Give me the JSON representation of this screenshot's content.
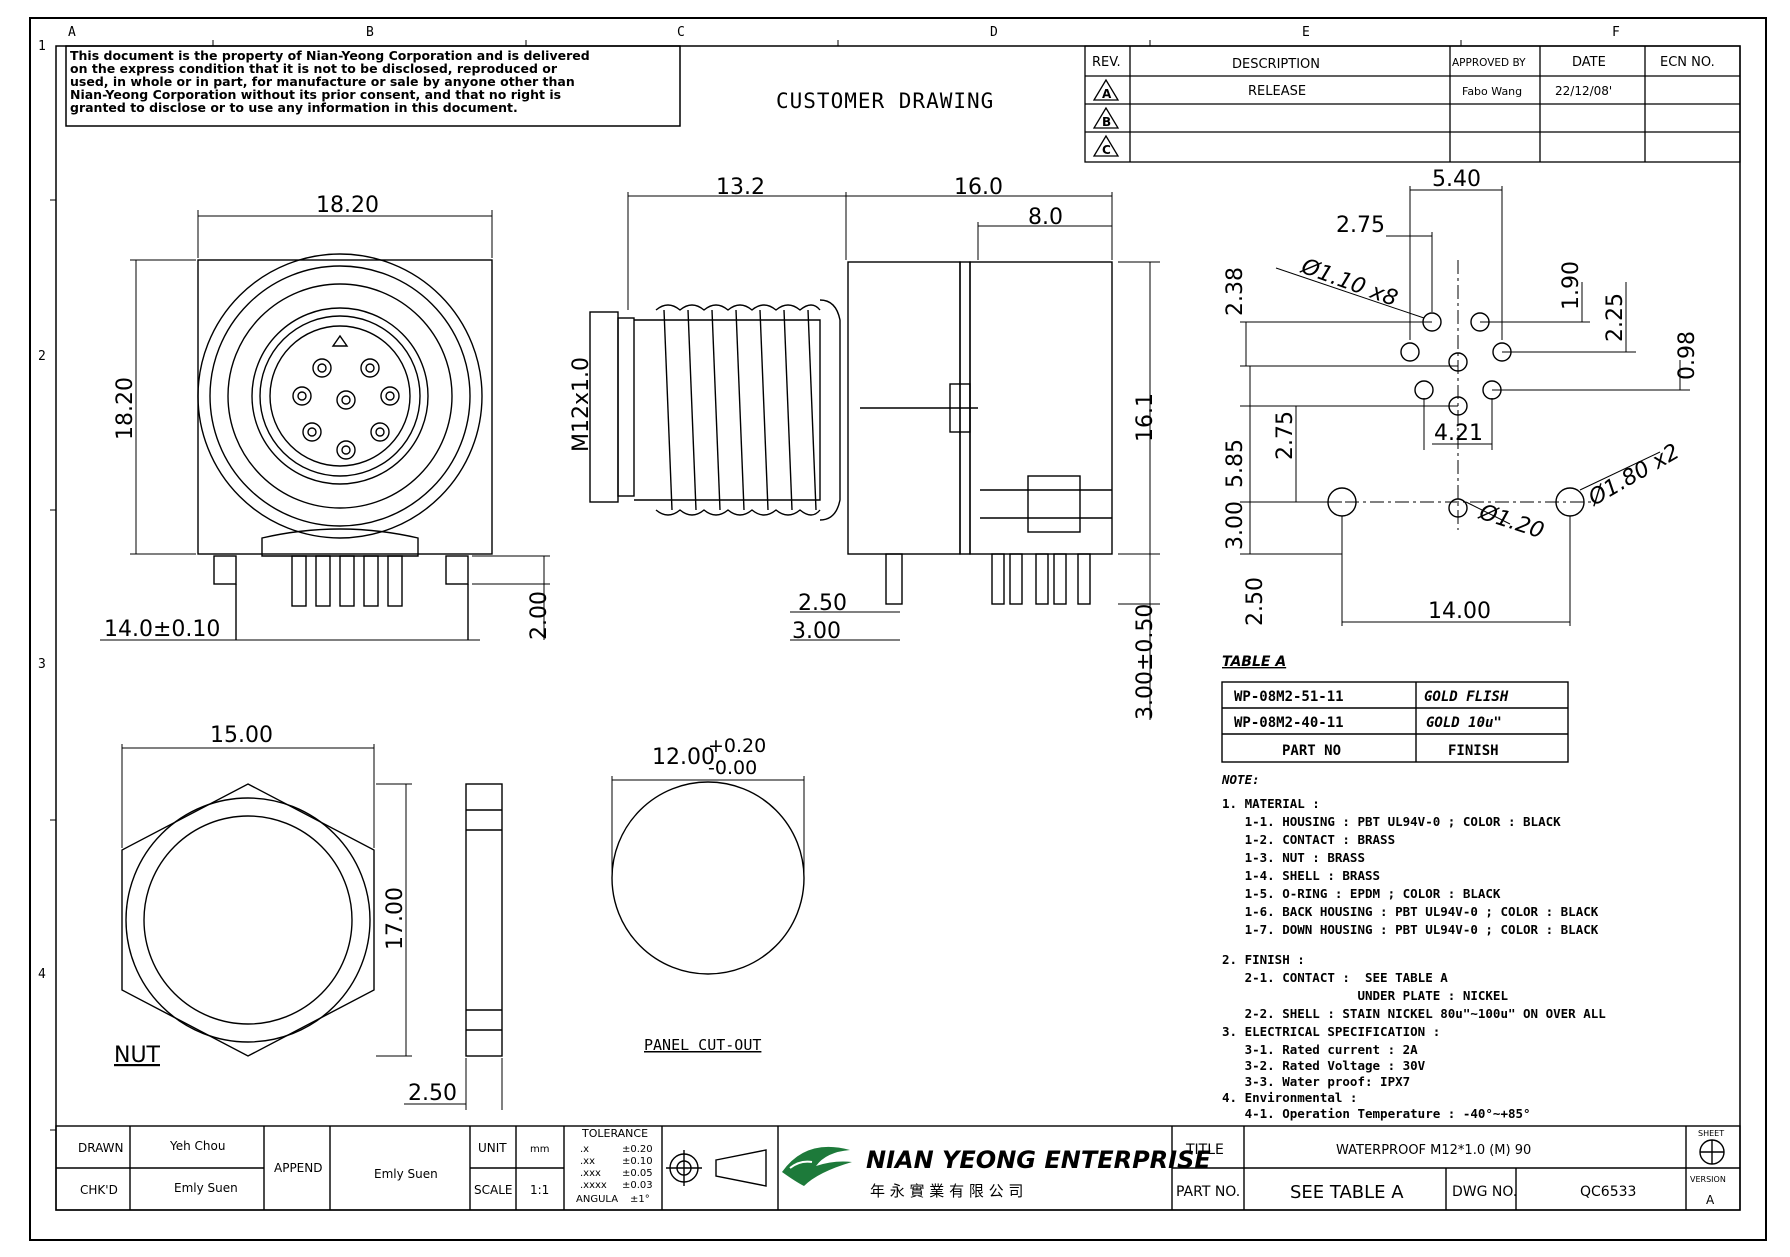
{
  "header": {
    "grid_letters": [
      "A",
      "B",
      "C",
      "D",
      "E",
      "F"
    ],
    "grid_numbers": [
      "1",
      "2",
      "3",
      "4"
    ],
    "disclaimer_lines": [
      "This document is the property of Nian-Yeong Corporation and is delivered",
      "on  the  express condition that it is not to be disclosed, reproduced or",
      "used, in whole or in part, for manufacture or sale by anyone other than",
      "Nian-Yeong Corporation without  its prior consent, and that  no right  is",
      "granted to disclose or to use any information in this  document."
    ],
    "drawing_type": "CUSTOMER DRAWING"
  },
  "revision_table": {
    "headers": {
      "rev": "REV.",
      "description": "DESCRIPTION",
      "approved": "APPROVED BY",
      "date": "DATE",
      "ecn": "ECN NO."
    },
    "rows": [
      {
        "rev": "A",
        "description": "RELEASE",
        "approved": "Fabo Wang",
        "date": "22/12/08'",
        "ecn": ""
      },
      {
        "rev": "B",
        "description": "",
        "approved": "",
        "date": "",
        "ecn": ""
      },
      {
        "rev": "C",
        "description": "",
        "approved": "",
        "date": "",
        "ecn": ""
      }
    ]
  },
  "dimensions": {
    "front_width": "18.20",
    "front_height": "18.20",
    "pin_span": "14.0±0.10",
    "pin_length": "2.00",
    "side_thread_len": "13.2",
    "side_body_len": "16.0",
    "side_rear_len": "8.0",
    "thread": "M12x1.0",
    "side_height": "16.1",
    "side_pin_a": "2.50",
    "side_pin_b": "3.00",
    "side_pin_c": "3.00±0.50",
    "fp_540": "5.40",
    "fp_275": "2.75",
    "fp_hole": "Ø1.10 x8",
    "fp_238": "2.38",
    "fp_190": "1.90",
    "fp_225": "2.25",
    "fp_098": "0.98",
    "fp_585": "5.85",
    "fp_275b": "2.75",
    "fp_421": "4.21",
    "fp_180": "Ø1.80 x2",
    "fp_120": "Ø1.20",
    "fp_300": "3.00",
    "fp_250": "2.50",
    "fp_1400": "14.00",
    "nut_width": "15.00",
    "nut_height": "17.00",
    "nut_thick": "2.50",
    "nut_label": "NUT",
    "cutout_dia": "12.00",
    "cutout_tol_plus": "+0.20",
    "cutout_tol_minus": "-0.00",
    "cutout_label": "PANEL CUT-OUT"
  },
  "table_a": {
    "title": "TABLE A",
    "rows": [
      {
        "part": "WP-08M2-51-11",
        "finish": "GOLD FLISH"
      },
      {
        "part": "WP-08M2-40-11",
        "finish": "GOLD 10u\""
      }
    ],
    "header": {
      "part": "PART NO",
      "finish": "FINISH"
    }
  },
  "notes": {
    "title": "NOTE:",
    "lines": [
      "1. MATERIAL :",
      "   1-1. HOUSING : PBT UL94V-0 ; COLOR : BLACK",
      "   1-2. CONTACT : BRASS",
      "   1-3. NUT : BRASS",
      "   1-4. SHELL : BRASS",
      "   1-5. O-RING : EPDM ; COLOR : BLACK",
      "   1-6. BACK HOUSING : PBT UL94V-0 ; COLOR : BLACK",
      "   1-7. DOWN HOUSING : PBT UL94V-0 ; COLOR : BLACK",
      "",
      "2. FINISH :",
      "   2-1. CONTACT :  SEE TABLE A",
      "                  UNDER PLATE : NICKEL",
      "   2-2. SHELL : STAIN NICKEL 80u\"~100u\" ON OVER ALL",
      "3. ELECTRICAL SPECIFICATION :",
      "   3-1. Rated current : 2A",
      "   3-2. Rated Voltage : 30V",
      "   3-3. Water proof: IPX7",
      "4. Environmental :",
      "   4-1. Operation Temperature : -40°~+85°"
    ]
  },
  "title_block": {
    "drawn_label": "DRAWN",
    "drawn_value": "Yeh Chou",
    "chkd_label": "CHK'D",
    "chkd_value": "Emly Suen",
    "append_label": "APPEND",
    "append_value": "Emly Suen",
    "unit_label": "UNIT",
    "unit_value": "mm",
    "scale_label": "SCALE",
    "scale_value": "1:1",
    "tolerance_title": "TOLERANCE",
    "tolerance_rows": [
      {
        "k": ".x",
        "v": "±0.20"
      },
      {
        "k": ".xx",
        "v": "±0.10"
      },
      {
        "k": ".xxx",
        "v": "±0.05"
      },
      {
        "k": ".xxxx",
        "v": "±0.03"
      },
      {
        "k": "ANGULA",
        "v": "±1°"
      }
    ],
    "company_en": "NIAN YEONG ENTERPRISE",
    "company_cn": "年 永 實 業 有 限 公 司",
    "title_label": "TITLE",
    "title_value": "WATERPROOF M12*1.0 (M) 90",
    "partno_label": "PART NO.",
    "partno_value": "SEE TABLE A",
    "dwgno_label": "DWG NO.",
    "dwgno_value": "QC6533",
    "sheet_label": "SHEET",
    "version_label": "VERSION",
    "version_value": "A"
  }
}
